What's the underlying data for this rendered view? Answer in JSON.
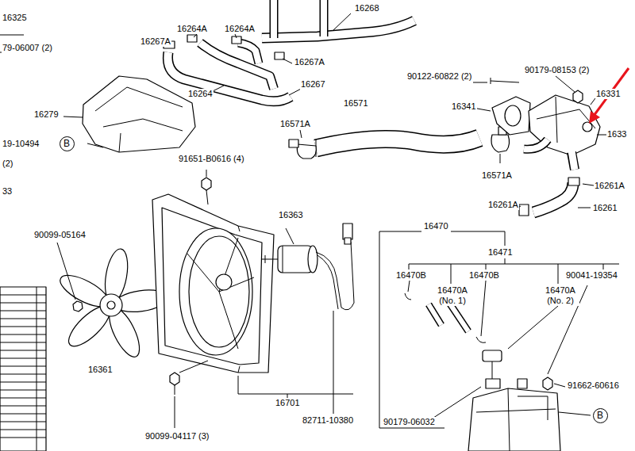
{
  "diagram": {
    "nodes": [
      {
        "text": [
          "B"
        ]
      },
      {
        "text": [
          "B"
        ]
      }
    ],
    "labels": [
      "16325",
      "79-06007 (2)",
      "16264A",
      "16264A",
      "16267A",
      "16267A",
      "16268",
      "16267",
      "16264",
      "16279",
      "19-10494",
      "(2)",
      "33",
      "91651-B0616 (4)",
      "90099-05164",
      "16361",
      "16363",
      "82711-10380",
      "16701",
      "90099-04117 (3)",
      "16571",
      "16571A",
      "16571A",
      "16341",
      "90122-60822 (2)",
      "90179-08153 (2)",
      "16331",
      "1633",
      "16261A",
      "16261A",
      "16261",
      "16470",
      "16471",
      "16470B",
      "16470A (No. 1)",
      "16470B",
      "16470A (No. 2)",
      "90041-19354",
      "91662-60616",
      "90179-06032"
    ]
  }
}
